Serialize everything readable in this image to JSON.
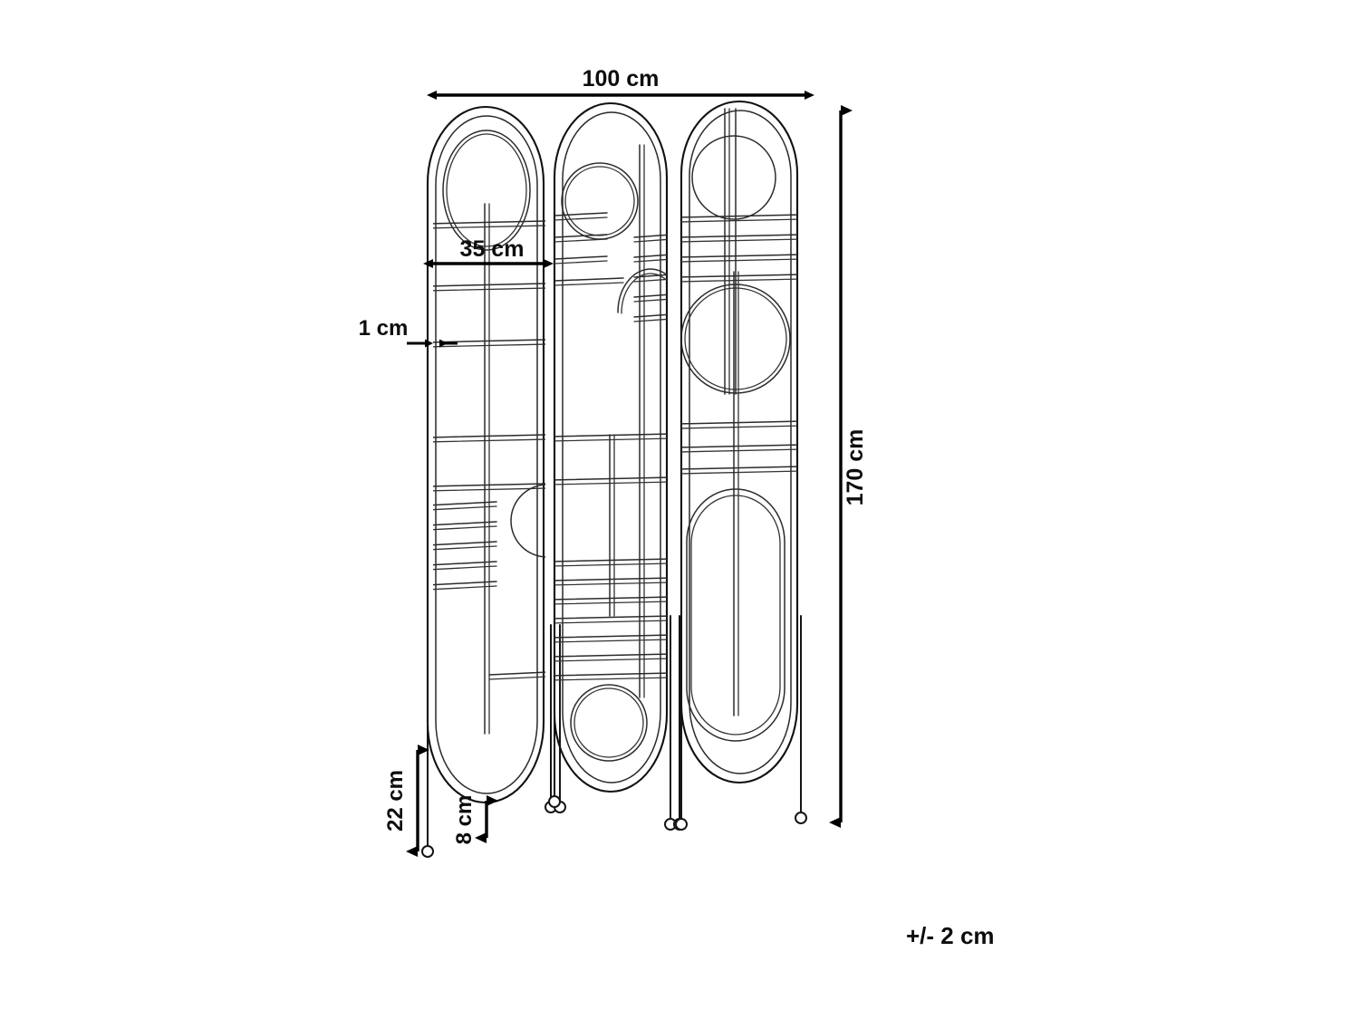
{
  "drawing": {
    "title": "Room divider technical dimension drawing",
    "product": "3-panel arched metal room divider screen",
    "background_color": "#ffffff",
    "line_color": "#111111",
    "label_color": "#0d0d0d"
  },
  "dimensions": {
    "width": {
      "label": "100 cm",
      "value": 100,
      "unit": "cm",
      "orientation": "horizontal",
      "position": "top"
    },
    "height": {
      "label": "170 cm",
      "value": 170,
      "unit": "cm",
      "orientation": "vertical",
      "position": "right"
    },
    "panel_width": {
      "label": "35 cm",
      "value": 35,
      "unit": "cm",
      "orientation": "horizontal",
      "position": "upper-left"
    },
    "tube_thickness": {
      "label": "1 cm",
      "value": 1,
      "unit": "cm",
      "orientation": "horizontal",
      "position": "left"
    },
    "leg_height": {
      "label": "22 cm",
      "value": 22,
      "unit": "cm",
      "orientation": "vertical",
      "position": "bottom-left"
    },
    "foot_clearance": {
      "label": "8 cm",
      "value": 8,
      "unit": "cm",
      "orientation": "vertical",
      "position": "bottom-left-inner"
    }
  },
  "notes": {
    "tolerance": "+/- 2 cm"
  },
  "panels": [
    {
      "id": "panel-left",
      "name": "left-panel",
      "features": [
        "arched top",
        "large ellipse",
        "horizontal bars",
        "rung ladder",
        "rounded bottom"
      ]
    },
    {
      "id": "panel-middle",
      "name": "middle-panel",
      "features": [
        "arched top",
        "upper circle",
        "arch cutout",
        "dense rungs",
        "lower circle",
        "rounded bottom"
      ]
    },
    {
      "id": "panel-right",
      "name": "right-panel",
      "features": [
        "arched top",
        "partial circle",
        "horizontal bars",
        "vertical bar",
        "large circle",
        "capsule shape",
        "rounded bottom"
      ]
    }
  ]
}
